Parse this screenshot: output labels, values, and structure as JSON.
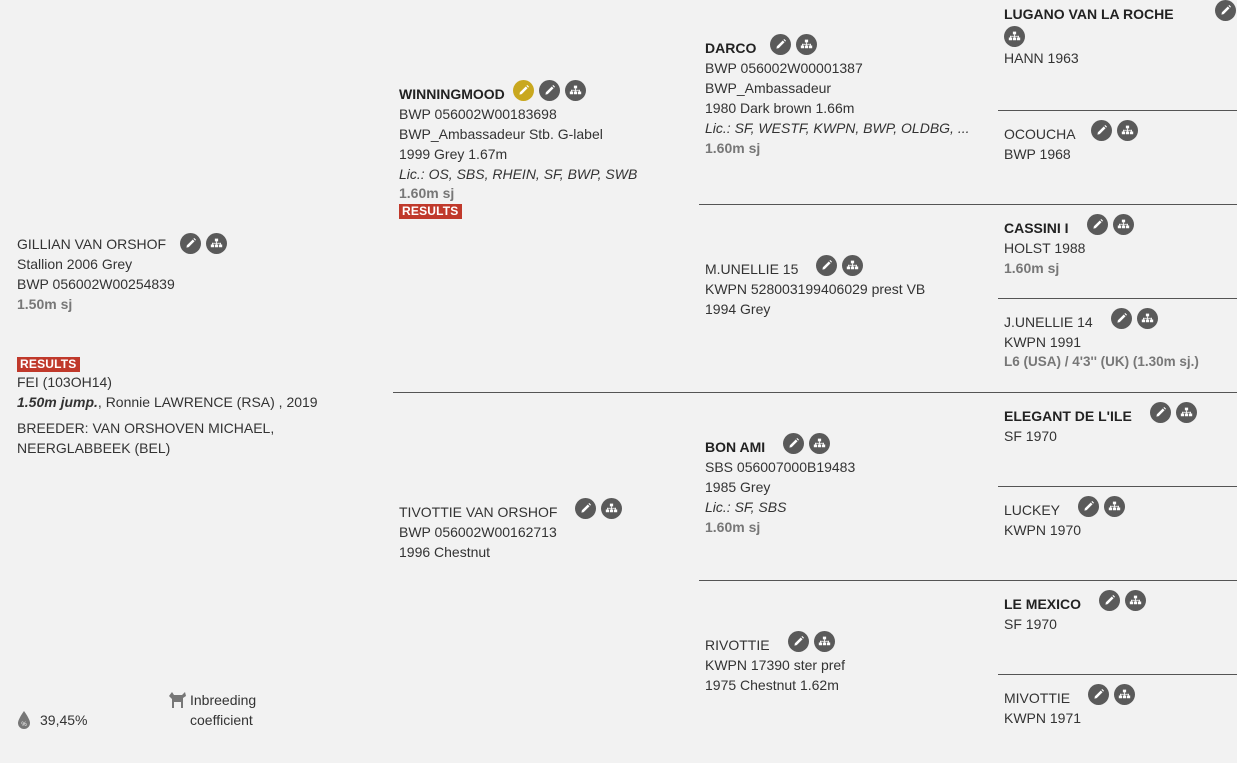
{
  "subject": {
    "name": "GILLIAN VAN ORSHOF",
    "line1": "Stallion 2006 Grey",
    "line2": "BWP 056002W00254839",
    "sport": "1.50m sj",
    "results_label": "RESULTS",
    "fei": "FEI (103OH14)",
    "jump_bold": "1.50m jump.",
    "jump_rest": ", Ronnie LAWRENCE (RSA) , 2019",
    "breeder_line1": "BREEDER: VAN ORSHOVEN MICHAEL,",
    "breeder_line2": "NEERGLABBEEK (BEL)",
    "inbreeding_value": "39,45%",
    "inbreeding_label1": "Inbreeding",
    "inbreeding_label2": "coefficient"
  },
  "parents": {
    "sire": {
      "name": "WINNINGMOOD",
      "line1": "BWP 056002W00183698",
      "line2": "BWP_Ambassadeur Stb. G-label",
      "line3": "1999 Grey 1.67m",
      "lic": "Lic.: OS, SBS, RHEIN, SF, BWP, SWB",
      "sport": "1.60m sj",
      "results_label": "RESULTS"
    },
    "dam": {
      "name": "TIVOTTIE VAN ORSHOF",
      "line1": "BWP 056002W00162713",
      "line2": "1996 Chestnut"
    }
  },
  "grandparents": {
    "ss": {
      "name": "DARCO",
      "line1": "BWP 056002W00001387",
      "line2": "BWP_Ambassadeur",
      "line3": "1980 Dark brown 1.66m",
      "lic": "Lic.: SF, WESTF, KWPN, BWP, OLDBG, ...",
      "sport": "1.60m sj"
    },
    "sd": {
      "name": "M.UNELLIE 15",
      "line1": "KWPN 528003199406029 prest VB",
      "line2": "1994 Grey"
    },
    "ds": {
      "name": "BON AMI",
      "line1": "SBS 056007000B19483",
      "line2": "1985 Grey",
      "lic": "Lic.: SF, SBS",
      "sport": "1.60m sj"
    },
    "dd": {
      "name": "RIVOTTIE",
      "line1": "KWPN 17390 ster pref",
      "line2": "1975 Chestnut 1.62m"
    }
  },
  "great_grandparents": {
    "sss": {
      "name": "LUGANO VAN LA ROCHE",
      "line1": "HANN 1963"
    },
    "ssd": {
      "name": "OCOUCHA",
      "line1": "BWP 1968"
    },
    "sds": {
      "name": "CASSINI I",
      "line1": "HOLST 1988",
      "sport": "1.60m sj"
    },
    "sdd": {
      "name": "J.UNELLIE 14",
      "line1": "KWPN 1991",
      "sport": "L6 (USA) / 4'3'' (UK) (1.30m sj.)"
    },
    "dss": {
      "name": "ELEGANT DE L'ILE",
      "line1": "SF 1970"
    },
    "dsd": {
      "name": "LUCKEY",
      "line1": "KWPN 1970"
    },
    "dds": {
      "name": "LE MEXICO",
      "line1": "SF 1970"
    },
    "ddd": {
      "name": "MIVOTTIE",
      "line1": "KWPN 1971"
    }
  },
  "icons": {
    "edit": "pencil-icon",
    "pedigree": "pedigree-tree-icon",
    "special": "gold-pencil-icon",
    "inbreeding": "horse-icon",
    "percent": "drop-percent-icon"
  },
  "colors": {
    "background": "#f2f2f2",
    "icon": "#5a5a5a",
    "gold_icon": "#c9a81f",
    "results": "#c0392b",
    "line": "#555555"
  }
}
